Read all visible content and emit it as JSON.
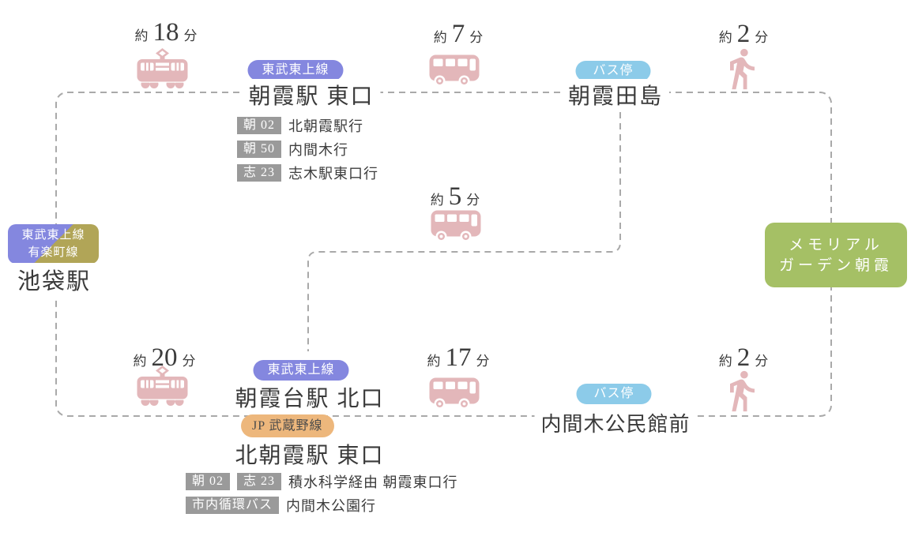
{
  "colors": {
    "icon_pink": "#e3b7ba",
    "badge_purple": "#8487df",
    "badge_blue": "#8ccbe9",
    "badge_orange": "#edb77c",
    "badge_olive": "#b1a557",
    "badge_gray": "#9a9a9a",
    "destination_green": "#a5c065",
    "dashed_line_gray": "#a9a9a9",
    "text_dark": "#3c3c3c"
  },
  "times": {
    "ikebukuro_to_asaka": {
      "approx": "約",
      "minutes": "18",
      "unit": "分"
    },
    "asaka_to_tajima": {
      "approx": "約",
      "minutes": "7",
      "unit": "分"
    },
    "tajima_walk": {
      "approx": "約",
      "minutes": "2",
      "unit": "分"
    },
    "tajima_to_asakadai": {
      "approx": "約",
      "minutes": "5",
      "unit": "分"
    },
    "ikebukuro_to_asakadai": {
      "approx": "約",
      "minutes": "20",
      "unit": "分"
    },
    "asakadai_to_uchimagi": {
      "approx": "約",
      "minutes": "17",
      "unit": "分"
    },
    "uchimagi_walk": {
      "approx": "約",
      "minutes": "2",
      "unit": "分"
    }
  },
  "badges": {
    "tobu_tojo_top": "東武東上線",
    "tobu_tojo_bottom": "東武東上線",
    "bus_stop_top": "バス停",
    "bus_stop_bottom": "バス停",
    "jr_musashino": "JP 武蔵野線",
    "ikebukuro_line1": "東武東上線",
    "ikebukuro_line2": "有楽町線"
  },
  "stations": {
    "asaka": "朝霞駅 東口",
    "asaka_tajima": "朝霞田島",
    "ikebukuro": "池袋駅",
    "asakadai": "朝霞台駅 北口",
    "kita_asaka": "北朝霞駅 東口",
    "uchimagi_kominkan": "内間木公民館前"
  },
  "asaka_bus_routes": [
    {
      "badge": "朝 02",
      "destination": "北朝霞駅行"
    },
    {
      "badge": "朝 50",
      "destination": "内間木行"
    },
    {
      "badge": "志 23",
      "destination": "志木駅東口行"
    }
  ],
  "kita_asaka_bus_routes": {
    "row1": {
      "badge1": "朝 02",
      "badge2": "志 23",
      "destination": "積水科学経由 朝霞東口行"
    },
    "row2": {
      "badge": "市内循環バス",
      "destination": "内間木公園行"
    }
  },
  "destination": {
    "line1": "メモリアル",
    "line2": "ガーデン朝霞"
  }
}
